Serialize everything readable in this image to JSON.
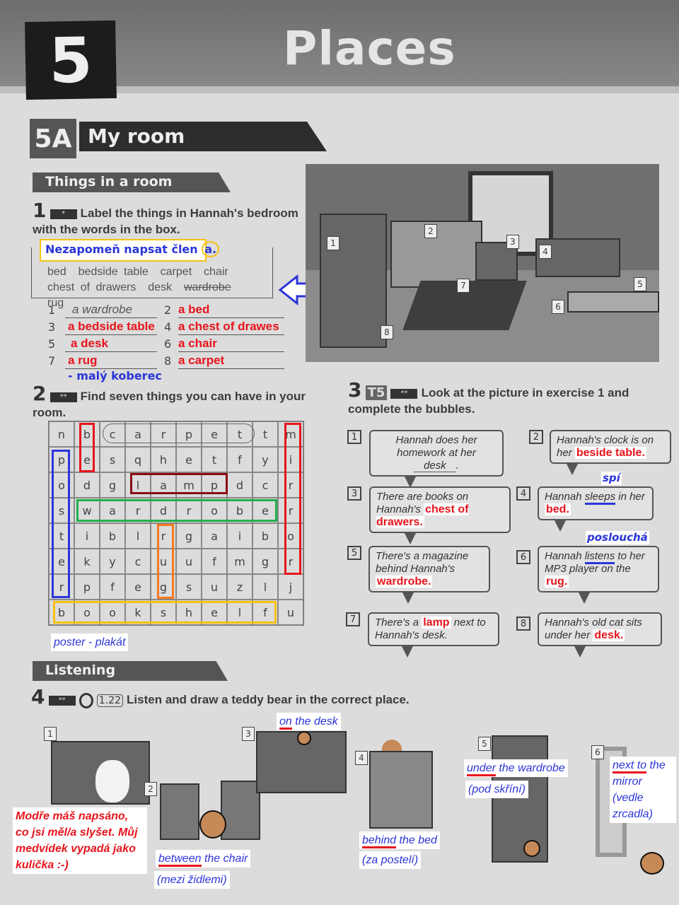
{
  "header": {
    "unit_number": "5",
    "title": "Places"
  },
  "section": {
    "code": "5A",
    "title": "My room"
  },
  "subsections": {
    "things": "Things in a room",
    "listening": "Listening"
  },
  "ex1": {
    "number": "1",
    "stars": "*",
    "instruction": "Label the things in Hannah's bedroom with the words in the box.",
    "note": "Nezapomeň napsat člen",
    "note_article": "a.",
    "word_box": [
      "bed",
      "bedside table",
      "carpet",
      "chair",
      "chest of drawers",
      "desk",
      "wardrobe",
      "rug"
    ],
    "answers": [
      {
        "n": "1",
        "text": "a wardrobe"
      },
      {
        "n": "2",
        "text": "a bed"
      },
      {
        "n": "3",
        "text": "a bedside table"
      },
      {
        "n": "4",
        "text": "a chest of drawes"
      },
      {
        "n": "5",
        "text": "a desk"
      },
      {
        "n": "6",
        "text": "a chair"
      },
      {
        "n": "7",
        "text": "a rug"
      },
      {
        "n": "8",
        "text": "a carpet"
      }
    ],
    "rug_note": "- malý koberec",
    "picture_labels": [
      "1",
      "2",
      "3",
      "4",
      "5",
      "6",
      "7",
      "8"
    ]
  },
  "ex2": {
    "number": "2",
    "stars": "**",
    "instruction": "Find seven things you can have in your room.",
    "grid": [
      [
        "n",
        "b",
        "c",
        "a",
        "r",
        "p",
        "e",
        "t",
        "t",
        "m"
      ],
      [
        "p",
        "e",
        "s",
        "q",
        "h",
        "e",
        "t",
        "f",
        "y",
        "i"
      ],
      [
        "o",
        "d",
        "g",
        "l",
        "a",
        "m",
        "p",
        "d",
        "c",
        "r"
      ],
      [
        "s",
        "w",
        "a",
        "r",
        "d",
        "r",
        "o",
        "b",
        "e",
        "r"
      ],
      [
        "t",
        "i",
        "b",
        "l",
        "r",
        "g",
        "a",
        "i",
        "b",
        "o"
      ],
      [
        "e",
        "k",
        "y",
        "c",
        "u",
        "u",
        "f",
        "m",
        "g",
        "r"
      ],
      [
        "r",
        "p",
        "f",
        "e",
        "g",
        "s",
        "u",
        "z",
        "l",
        "j"
      ],
      [
        "b",
        "o",
        "o",
        "k",
        "s",
        "h",
        "e",
        "l",
        "f",
        "u"
      ]
    ],
    "poster_note": "poster - plakát",
    "colors": {
      "bed": "#e8141c",
      "mirror": "#e8141c",
      "lamp": "#8b0a14",
      "wardrobe": "#22b04a",
      "rug": "#f47a20",
      "poster": "#2b35d8",
      "bookshelf": "#f5c211"
    }
  },
  "ex3": {
    "number": "3",
    "track": "T5",
    "stars": "**",
    "instruction": "Look at the picture in exercise 1 and complete the bubbles.",
    "bubbles": [
      {
        "n": "1",
        "text": "Hannah does her homework at her",
        "answer": "desk",
        "end": "."
      },
      {
        "n": "2",
        "text": "Hannah's clock is on her",
        "answer": "beside table."
      },
      {
        "n": "3",
        "text": "There are books on Hannah's",
        "answer": "chest of drawers."
      },
      {
        "n": "4",
        "text_a": "Hannah",
        "verb": "sleeps",
        "text_b": "in her",
        "answer": "bed.",
        "gloss": "spí"
      },
      {
        "n": "5",
        "text": "There's a magazine behind Hannah's",
        "answer": "wardrobe."
      },
      {
        "n": "6",
        "text_a": "Hannah",
        "verb": "listens",
        "text_b": "to her MP3 player on the",
        "answer": "rug.",
        "gloss": "poslouchá"
      },
      {
        "n": "7",
        "text_a": "There's a",
        "text_b": "next to Hannah's desk.",
        "answer": "lamp"
      },
      {
        "n": "8",
        "text": "Hannah's old cat sits under her",
        "answer": "desk."
      }
    ]
  },
  "ex4": {
    "number": "4",
    "stars": "**",
    "track": "1.22",
    "instruction": "Listen and draw a teddy bear in the correct place.",
    "pictures": [
      {
        "n": "1"
      },
      {
        "n": "2",
        "prep": "between",
        "rest": "the chair",
        "translation": "(mezi židlemi)"
      },
      {
        "n": "3",
        "prep": "on",
        "rest": "the desk"
      },
      {
        "n": "4",
        "prep": "behind",
        "rest": "the bed",
        "translation": "(za postelí)"
      },
      {
        "n": "5",
        "prep": "under",
        "rest": "the wardrobe",
        "translation": "(pod skříní)"
      },
      {
        "n": "6",
        "prep": "next to",
        "rest": "the mirror",
        "translation": "(vedle zrcadla)"
      }
    ],
    "teacher_note": "Modře máš napsáno, co jsi měl/a slyšet. Můj medvídek vypadá jako kulička :-)"
  }
}
